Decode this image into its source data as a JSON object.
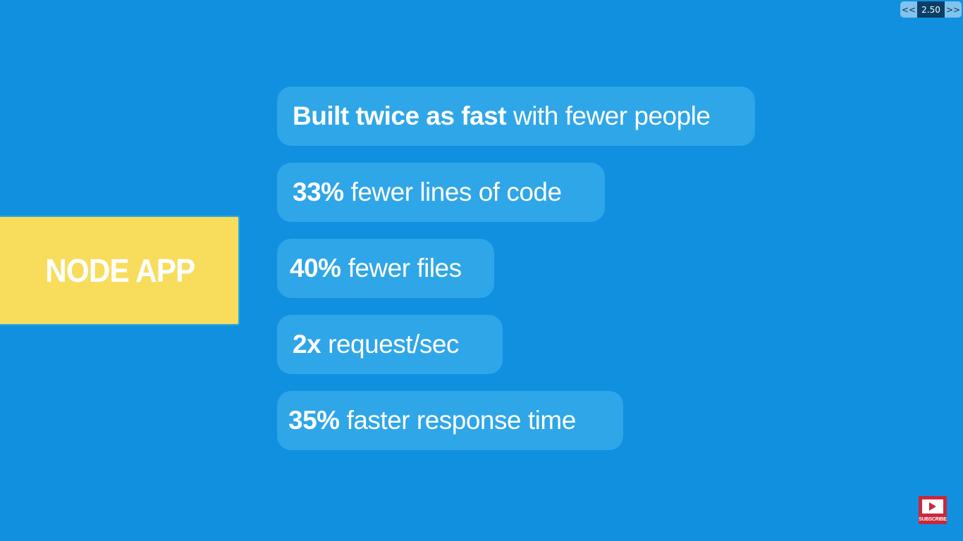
{
  "slide": {
    "node_card": {
      "label": "NODE APP"
    },
    "stats": [
      {
        "bold": "Built twice as fast",
        "text": "with fewer people"
      },
      {
        "bold": "33%",
        "text": "fewer lines of code"
      },
      {
        "bold": "40%",
        "text": "fewer files"
      },
      {
        "bold": "2x",
        "text": "request/sec"
      },
      {
        "bold": "35%",
        "text": "faster response time"
      }
    ]
  },
  "player": {
    "speed": {
      "decrease_label": "<<",
      "value": "2.50",
      "increase_label": ">>"
    },
    "subscribe": {
      "label": "SUBSCRIBE",
      "icon": "play-icon"
    }
  },
  "colors": {
    "background": "#1190e0",
    "pill": "#2fa6e8",
    "node_card": "#f8dc5c",
    "subscribe": "#c9283c"
  }
}
